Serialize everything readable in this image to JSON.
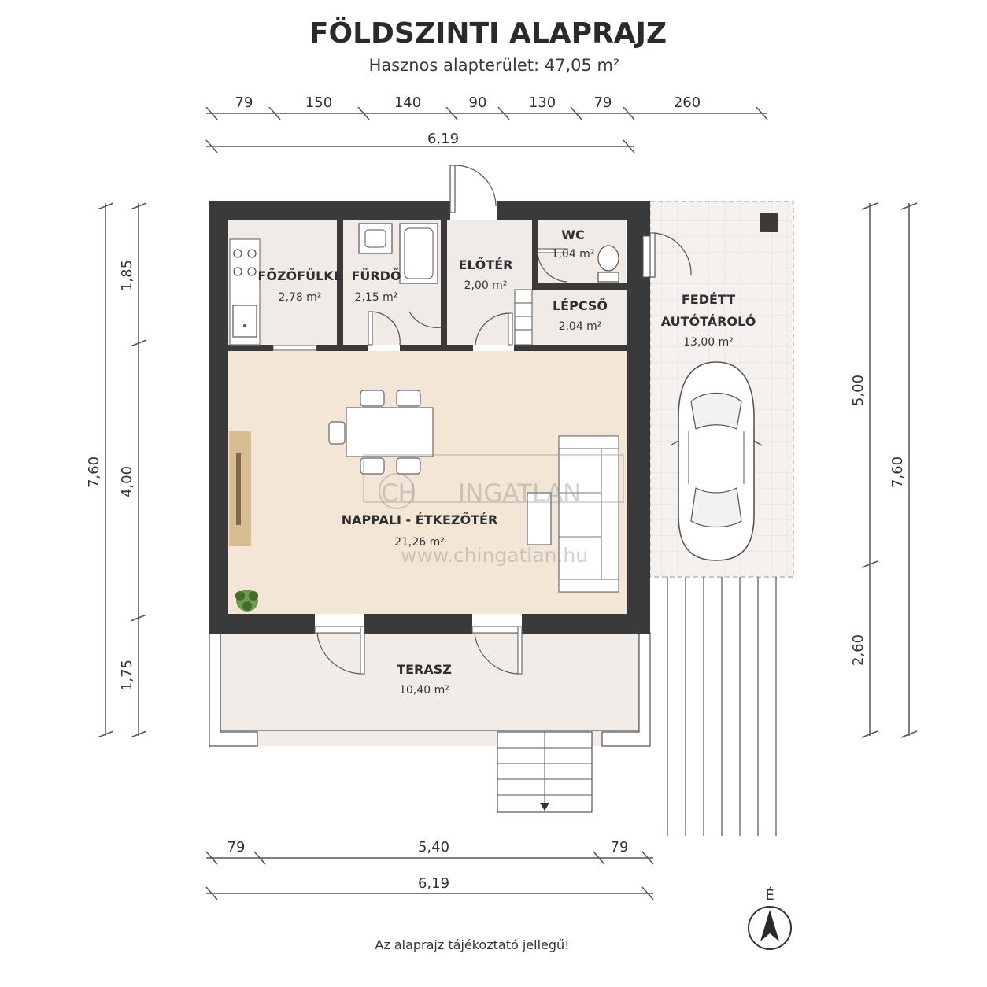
{
  "header": {
    "title": "FÖLDSZINTI ALAPRAJZ",
    "subtitle": "Hasznos alapterület: 47,05 m²"
  },
  "dimensions": {
    "top_segments": [
      "79",
      "150",
      "140",
      "90",
      "130",
      "79",
      "260"
    ],
    "top_total": "6,19",
    "left_segments": [
      "1,85",
      "4,00",
      "1,75"
    ],
    "left_total": "7,60",
    "right_segments": [
      "5,00",
      "2,60"
    ],
    "right_total": "7,60",
    "bottom_segments": [
      "79",
      "5,40",
      "79"
    ],
    "bottom_total": "6,19"
  },
  "rooms": {
    "kitchen": {
      "name": "FŐZŐFÜLKE",
      "area": "2,78 m²"
    },
    "bath": {
      "name": "FÜRDŐ",
      "area": "2,15 m²"
    },
    "hall": {
      "name": "ELŐTÉR",
      "area": "2,00 m²"
    },
    "wc": {
      "name": "WC",
      "area": "1,04 m²"
    },
    "stairs": {
      "name": "LÉPCSŐ",
      "area": "2,04 m²"
    },
    "living": {
      "name": "NAPPALI - ÉTKEZŐTÉR",
      "area": "21,26 m²"
    },
    "terrace": {
      "name": "TERASZ",
      "area": "10,40 m²"
    },
    "carport": {
      "name_line1": "FEDÉTT",
      "name_line2": "AUTÓTÁROLÓ",
      "area": "13,00 m²"
    }
  },
  "watermark": {
    "logo_letters": "CH",
    "brand": "INGATLAN",
    "url": "www.chingatlan.hu"
  },
  "compass": {
    "label": "É",
    "icon": "north-arrow-icon"
  },
  "footer": {
    "note": "Az alaprajz tájékoztató jellegű!"
  },
  "colors": {
    "wall": "#3a3a3a",
    "living_floor": "#f3e6d6",
    "tile_floor": "#f1ebe8",
    "carport_floor": "#f4f1ee",
    "terrace_floor": "#f1ece7",
    "tv_unit": "#d8bd93"
  }
}
